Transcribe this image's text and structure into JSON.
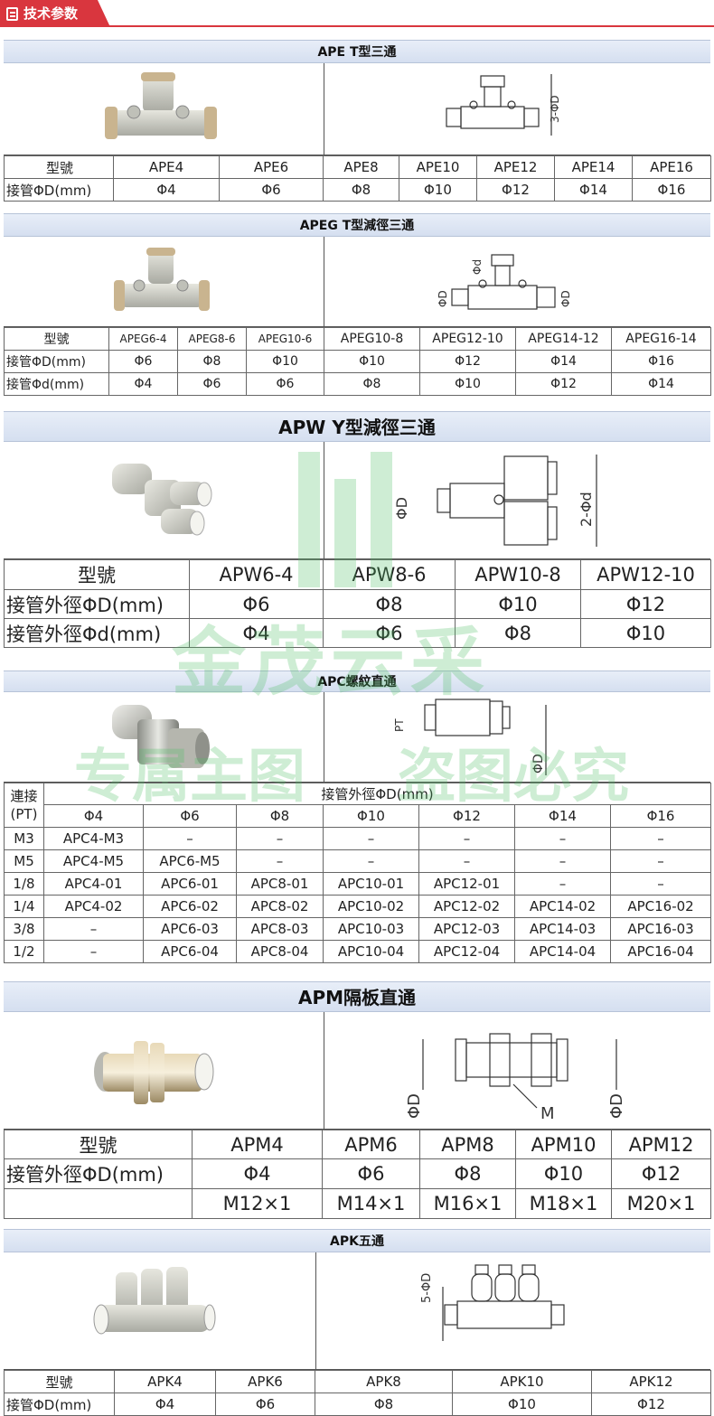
{
  "header": {
    "tag": "技术参数"
  },
  "ape": {
    "title": "APE T型三通",
    "dim_label": "3-ΦD",
    "label_model": "型號",
    "label_d": "接管ΦD(mm)",
    "models": [
      "APE4",
      "APE6",
      "APE8",
      "APE10",
      "APE12",
      "APE14",
      "APE16"
    ],
    "d": [
      "Φ4",
      "Φ6",
      "Φ8",
      "Φ10",
      "Φ12",
      "Φ14",
      "Φ16"
    ]
  },
  "apeg": {
    "title": "APEG T型減徑三通",
    "dim_D": "ΦD",
    "dim_d": "Φd",
    "label_model": "型號",
    "label_D": "接管ΦD(mm)",
    "label_d": "接管Φd(mm)",
    "models": [
      "APEG6-4",
      "APEG8-6",
      "APEG10-6",
      "APEG10-8",
      "APEG12-10",
      "APEG14-12",
      "APEG16-14"
    ],
    "D": [
      "Φ6",
      "Φ8",
      "Φ10",
      "Φ10",
      "Φ12",
      "Φ14",
      "Φ16"
    ],
    "d": [
      "Φ4",
      "Φ6",
      "Φ6",
      "Φ8",
      "Φ10",
      "Φ12",
      "Φ14"
    ]
  },
  "apw": {
    "title": "APW Y型減徑三通",
    "dim_D": "ΦD",
    "dim_d": "2-Φd",
    "label_model": "型號",
    "label_D": "接管外徑ΦD(mm)",
    "label_d": "接管外徑Φd(mm)",
    "models": [
      "APW6-4",
      "APW8-6",
      "APW10-8",
      "APW12-10"
    ],
    "D": [
      "Φ6",
      "Φ8",
      "Φ10",
      "Φ12"
    ],
    "d": [
      "Φ4",
      "Φ6",
      "Φ8",
      "Φ10"
    ]
  },
  "apc": {
    "title": "APC螺紋直通",
    "dim_pt": "PT",
    "dim_D": "ΦD",
    "label_conn": "連接\n(PT)",
    "label_group": "接管外徑ΦD(mm)",
    "diameters": [
      "Φ4",
      "Φ6",
      "Φ8",
      "Φ10",
      "Φ12",
      "Φ14",
      "Φ16"
    ],
    "rows": [
      {
        "pt": "M3",
        "cells": [
          "APC4-M3",
          "–",
          "–",
          "–",
          "–",
          "–",
          "–"
        ]
      },
      {
        "pt": "M5",
        "cells": [
          "APC4-M5",
          "APC6-M5",
          "–",
          "–",
          "–",
          "–",
          "–"
        ]
      },
      {
        "pt": "1/8",
        "cells": [
          "APC4-01",
          "APC6-01",
          "APC8-01",
          "APC10-01",
          "APC12-01",
          "–",
          "–"
        ]
      },
      {
        "pt": "1/4",
        "cells": [
          "APC4-02",
          "APC6-02",
          "APC8-02",
          "APC10-02",
          "APC12-02",
          "APC14-02",
          "APC16-02"
        ]
      },
      {
        "pt": "3/8",
        "cells": [
          "–",
          "APC6-03",
          "APC8-03",
          "APC10-03",
          "APC12-03",
          "APC14-03",
          "APC16-03"
        ]
      },
      {
        "pt": "1/2",
        "cells": [
          "–",
          "APC6-04",
          "APC8-04",
          "APC10-04",
          "APC12-04",
          "APC14-04",
          "APC16-04"
        ]
      }
    ]
  },
  "apm": {
    "title": "APM隔板直通",
    "dim_D": "ΦD",
    "dim_M": "M",
    "label_model": "型號",
    "label_D": "接管外徑ΦD(mm)",
    "models": [
      "APM4",
      "APM6",
      "APM8",
      "APM10",
      "APM12"
    ],
    "D": [
      "Φ4",
      "Φ6",
      "Φ8",
      "Φ10",
      "Φ12"
    ],
    "M": [
      "M12×1",
      "M14×1",
      "M16×1",
      "M18×1",
      "M20×1"
    ]
  },
  "apk": {
    "title": "APK五通",
    "dim_label": "5-ΦD",
    "label_model": "型號",
    "label_D": "接管ΦD(mm)",
    "models": [
      "APK4",
      "APK6",
      "APK8",
      "APK10",
      "APK12"
    ],
    "D": [
      "Φ4",
      "Φ6",
      "Φ8",
      "Φ10",
      "Φ12"
    ]
  },
  "watermark": {
    "logo_text": "金茂云采",
    "line1": "专属主图",
    "line2": "盗图必究"
  },
  "colors": {
    "accent": "#d9363e",
    "header_bg": "#dde6f3",
    "watermark": "#50be64"
  }
}
